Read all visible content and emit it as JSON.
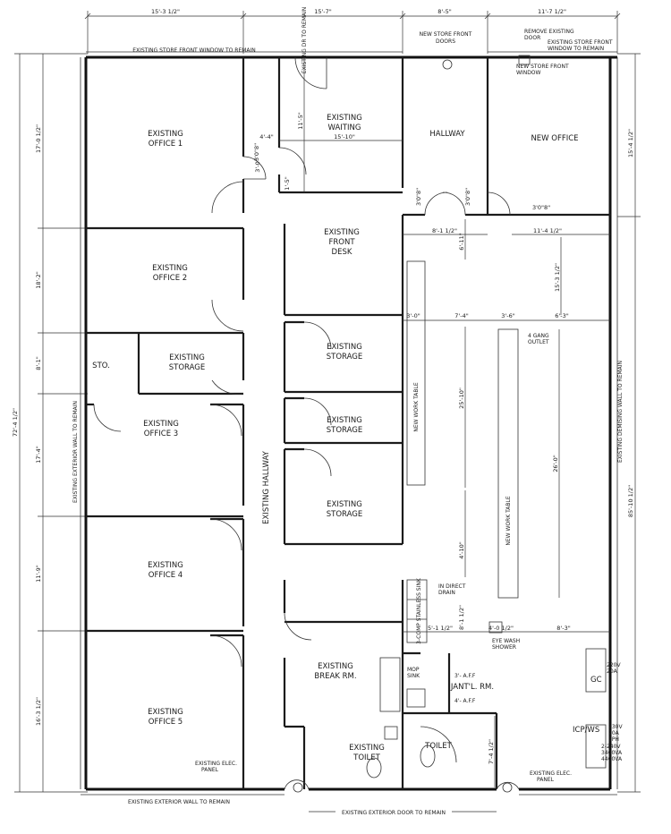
{
  "top_dims": [
    "15'-3 1/2\"",
    "15'-7\"",
    "8'-5\"",
    "11'-7 1/2\""
  ],
  "left_dims": [
    "17'-0 1/2\"",
    "18'-2\"",
    "8'-1\"",
    "17'-4\"",
    "11'-9\"",
    "16'-3 1/2\""
  ],
  "left_total": "72'-4 1/2\"",
  "right_dims": [
    "15'-4 1/2\"",
    "85'-10 1/2\""
  ],
  "rooms": {
    "office1": [
      "EXISTING",
      "OFFICE 1"
    ],
    "office2": [
      "EXISTING",
      "OFFICE 2"
    ],
    "office3": [
      "EXISTING",
      "OFFICE 3"
    ],
    "office4": [
      "EXISTING",
      "OFFICE 4"
    ],
    "office5": [
      "EXISTING",
      "OFFICE 5"
    ],
    "sto": "STO.",
    "storage_left": [
      "EXISTING",
      "STORAGE"
    ],
    "storage1": [
      "EXISTING",
      "STORAGE"
    ],
    "storage2": [
      "EXISTING",
      "STORAGE"
    ],
    "storage3": [
      "EXISTING",
      "STORAGE"
    ],
    "waiting": [
      "EXISTING",
      "WAITING"
    ],
    "front_desk": [
      "EXISTING",
      "FRONT",
      "DESK"
    ],
    "hallway": "HALLWAY",
    "new_office": "NEW OFFICE",
    "break_room": [
      "EXISTING",
      "BREAK RM."
    ],
    "toilet_existing": [
      "EXISTING",
      "TOILET"
    ],
    "toilet": "TOILET",
    "jantl": "JANT'L. RM.",
    "existing_hallway": "EXISTING HALLWAY",
    "new_work_table_1": "NEW WORK TABLE",
    "new_work_table_2": "NEW WORK TABLE"
  },
  "labels": {
    "storefront_left": "EXISTING STORE FRONT WINDOW TO REMAIN",
    "new_storefront_doors": [
      "NEW STORE FRONT",
      "DOORS"
    ],
    "remove_existing": [
      "REMOVE EXISTING",
      "DOOR"
    ],
    "storefront_right": [
      "EXISTING STORE FRONT",
      "WINDOW TO REMAIN"
    ],
    "new_storefront_window": [
      "NEW STORE FRONT",
      "WINDOW"
    ],
    "existing_door_top": "EXISTING DR TO REMAIN",
    "ext_wall_left": "EXISTING EXTERIOR WALL TO REMAIN",
    "ext_wall_bottom": "EXISTING EXTERIOR WALL TO REMAIN",
    "ext_door": "EXISTING EXTERIOR DOOR TO REMAIN",
    "demising_wall": "EXISTING DEMISING WALL TO REMAIN",
    "elec_panel_left": [
      "EXISTING ELEC.",
      "PANEL"
    ],
    "elec_panel_right": [
      "EXISTING ELEC.",
      "PANEL"
    ],
    "gang_outlet": [
      "4 GANG",
      "OUTLET"
    ],
    "indirect_drain": [
      "IN DIRECT",
      "DRAIN"
    ],
    "comp_sink": "3-COMP STAINLESS SINK",
    "eye_wash": [
      "EYE WASH",
      "SHOWER"
    ],
    "mop_sink": [
      "MOP",
      "SINK"
    ],
    "aff1": "3'- A.F.F",
    "aff2": "4'- A.F.F",
    "gc": "GC",
    "gc_spec": [
      "220V",
      "20A"
    ],
    "icp": "ICP/WS",
    "icp_spec": [
      "230V",
      "20A",
      "1PH"
    ],
    "icp_spec2": [
      "2-240V",
      "3400VA",
      "4400VA"
    ]
  },
  "interior_dims": {
    "waiting_w": "15'-10\"",
    "waiting_h": "11'-5\"",
    "d1": "4'-4\"",
    "d2": "3'-0\"",
    "d3": "1'-5\"",
    "front_desk_h": "6'-11\"",
    "hall_w": "8'-1 1/2\"",
    "new_office_w": "11'-4 1/2\"",
    "new_office_h": "15'-3 1/2\"",
    "table_gap1": "3'-0\"",
    "table_gap2": "7'-4\"",
    "table_gap3": "3'-6\"",
    "table_gap4": "6'-3\"",
    "table1_len": "25'-10\"",
    "table2_len": "26'-0\"",
    "break_gap": "4'-10\"",
    "comp": "8'-1 1/2\"",
    "d4": "5'-1 1/2\"",
    "d5": "4'-0 1/2\"",
    "d6": "8'-3\"",
    "toilet_h": "7'-4 1/2\"",
    "door_dims": "3'0\"8\""
  }
}
